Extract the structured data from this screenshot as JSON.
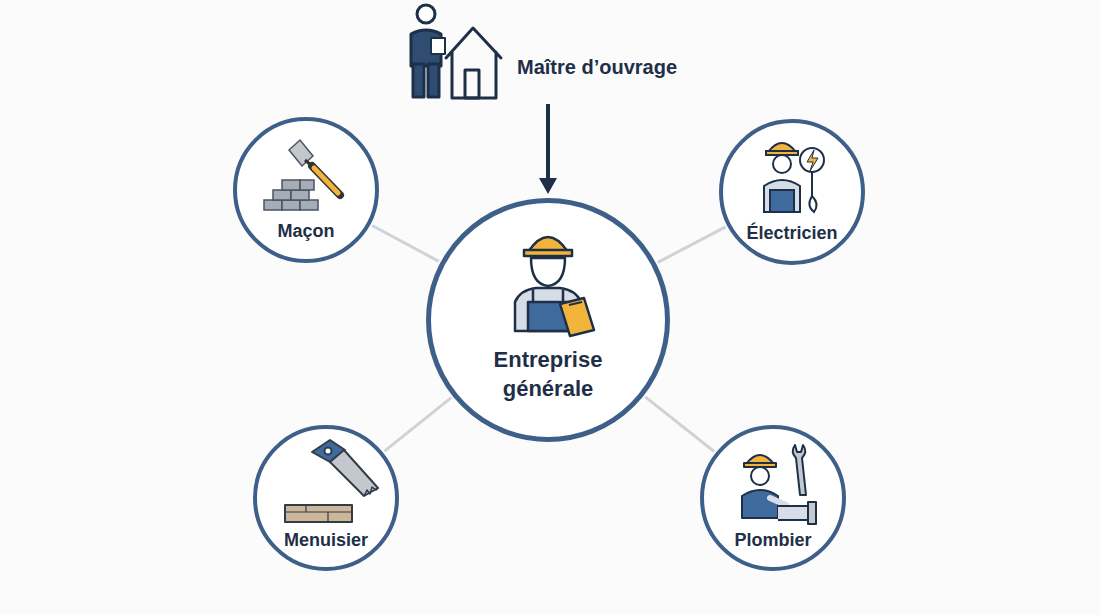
{
  "diagram": {
    "nodes": [
      {
        "text": [
          "Maître d’ouvrage"
        ]
      },
      {
        "text": [
          "Maçon"
        ]
      },
      {
        "text": [
          "Électricien"
        ]
      },
      {
        "text": [
          "Entreprise générale"
        ]
      },
      {
        "text": [
          "Menuisier"
        ]
      },
      {
        "text": [
          "Plombier"
        ]
      }
    ],
    "edges": [
      {
        "from": 0,
        "to": 3,
        "arrow": "to"
      },
      {
        "from": 3,
        "to": 1,
        "arrow": "none"
      },
      {
        "from": 3,
        "to": 2,
        "arrow": "none"
      },
      {
        "from": 3,
        "to": 4,
        "arrow": "none"
      },
      {
        "from": 3,
        "to": 5,
        "arrow": "none"
      }
    ]
  }
}
